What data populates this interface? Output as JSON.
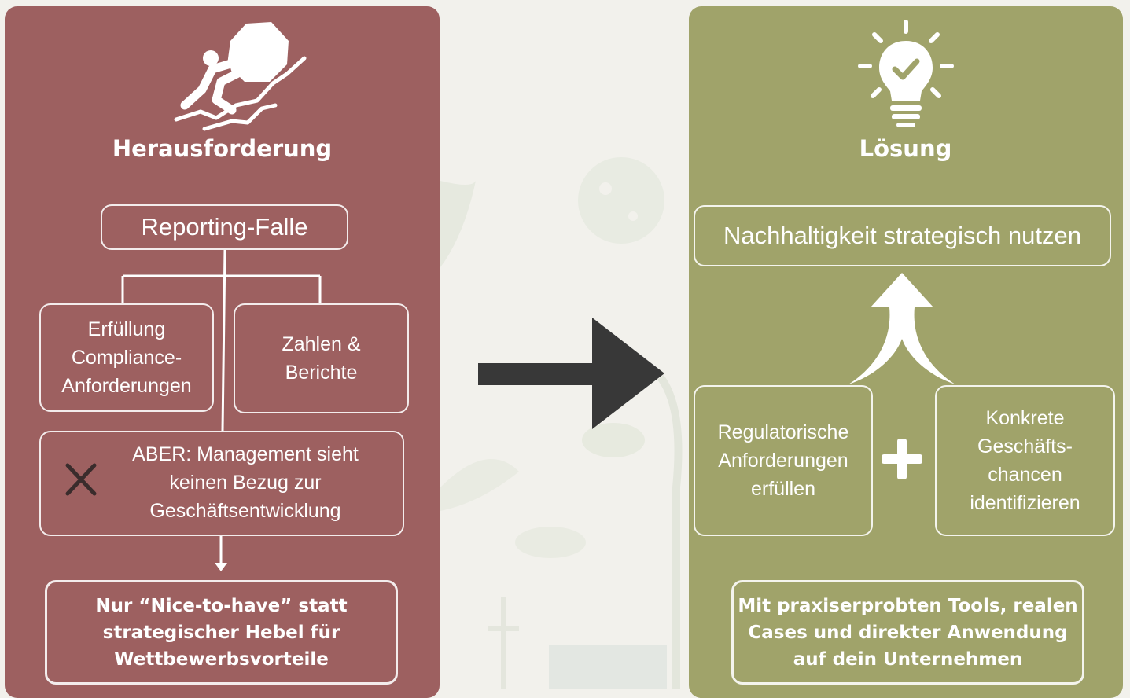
{
  "colors": {
    "challenge_panel": "#9d6060",
    "solution_panel": "#a0a36a",
    "arrow": "#383838",
    "text": "#ffffff"
  },
  "challenge": {
    "icon": "sisyphus-boulder-icon",
    "title": "Herausforderung",
    "header_box": "Reporting-Falle",
    "branch_left": "Erfüllung\nCompliance-\nAnforderungen",
    "branch_right": "Zahlen &\nBerichte",
    "problem_icon": "cross-icon",
    "problem": "ABER: Management sieht\nkeinen Bezug zur\nGeschäftsentwicklung",
    "result": "Nur “Nice-to-have” statt\nstrategischer Hebel für\nWettbewerbsvorteile"
  },
  "transition_icon": "arrow-right-icon",
  "solution": {
    "icon": "lightbulb-check-icon",
    "title": "Lösung",
    "header_box": "Nachhaltigkeit strategisch nutzen",
    "merge_icon": "merge-arrow-up-icon",
    "left_box": "Regulatorische\nAnforderungen\nerfüllen",
    "plus_icon": "plus-icon",
    "right_box": "Konkrete\nGeschäfts-\nchancen\nidentifizieren",
    "result": "Mit praxiserprobten Tools, realen\nCases und direkter Anwendung\nauf dein Unternehmen"
  }
}
